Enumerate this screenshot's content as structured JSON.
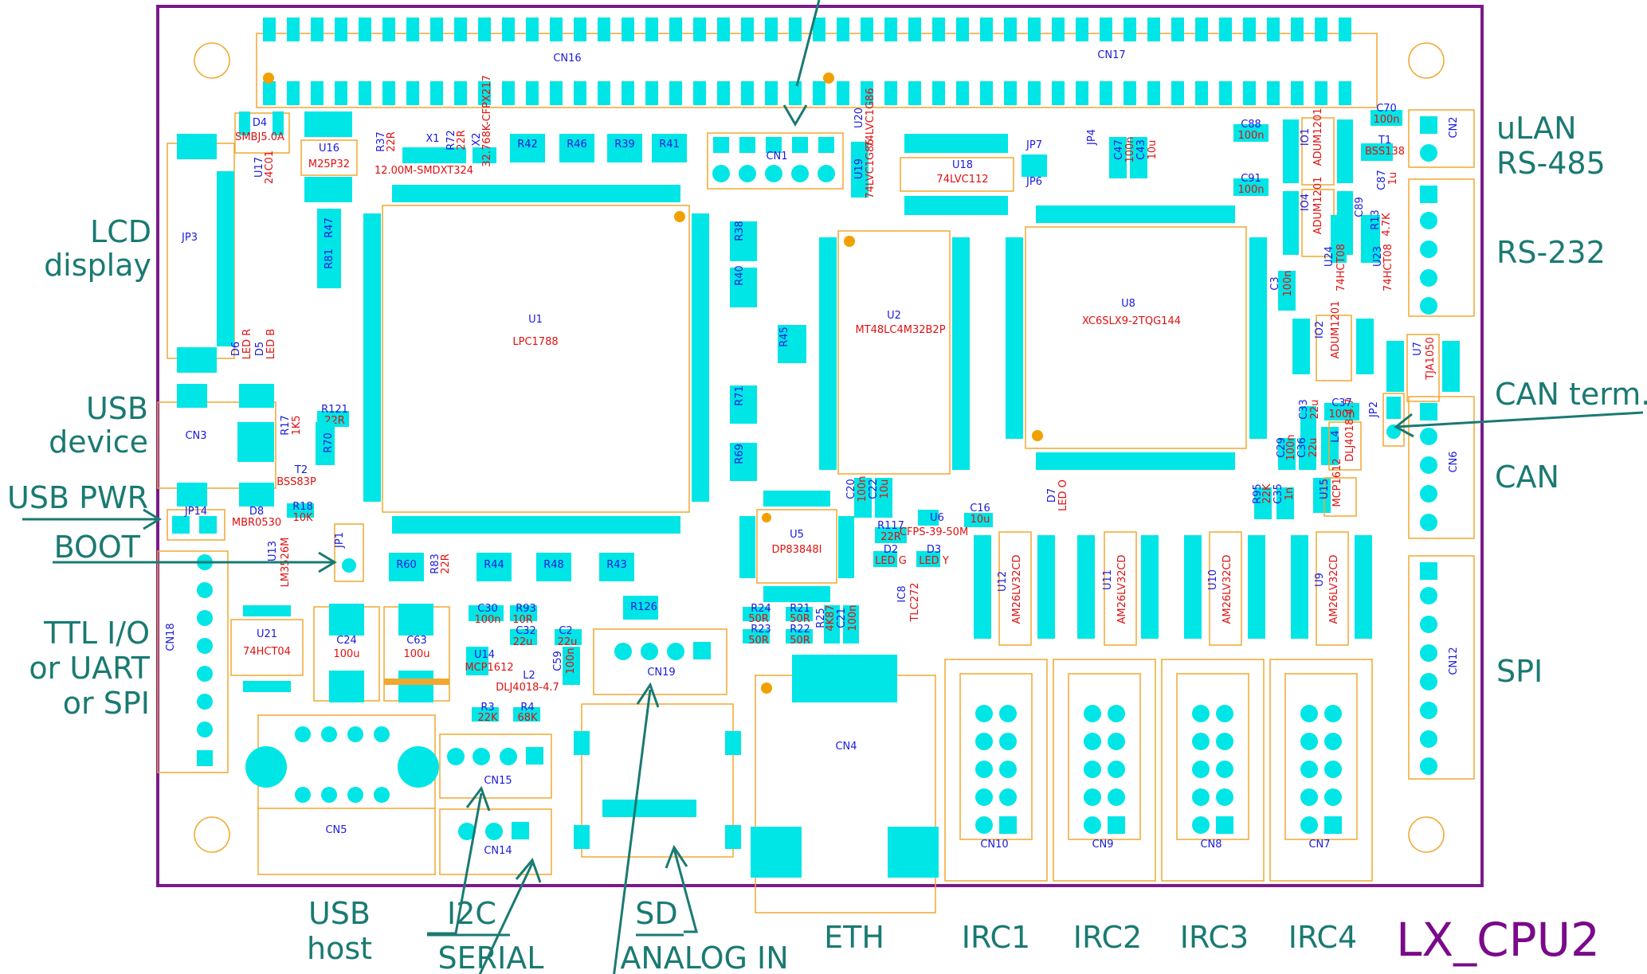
{
  "title": "LX_CPU2",
  "colors": {
    "board_edge": "#7a1a8a",
    "pad": "#00e5e5",
    "outline": "#f0a830",
    "annotation": "#1a7a72",
    "ref_text": "#1a1adc",
    "value_text": "#e01010"
  },
  "left_labels": {
    "lcd1": "LCD",
    "lcd2": "display",
    "usbdev1": "USB",
    "usbdev2": "device",
    "usbpwr": "USB PWR",
    "boot": "BOOT",
    "ttl1": "TTL I/O",
    "ttl2": "or UART",
    "ttl3": "or SPI"
  },
  "right_labels": {
    "ulan1": "uLAN",
    "ulan2": "RS-485",
    "rs232": "RS-232",
    "canterm": "CAN term.",
    "can": "CAN",
    "spi": "SPI"
  },
  "bottom_labels": {
    "usbhost1": "USB",
    "usbhost2": "host",
    "i2c": "I2C",
    "serial": "SERIAL",
    "sd": "SD",
    "analog": "ANALOG IN",
    "eth": "ETH",
    "irc1": "IRC1",
    "irc2": "IRC2",
    "irc3": "IRC3",
    "irc4": "IRC4"
  },
  "ics": {
    "u1": {
      "ref": "U1",
      "val": "LPC1788"
    },
    "u2": {
      "ref": "U2",
      "val": "MT48LC4M32B2P"
    },
    "u8": {
      "ref": "U8",
      "val": "XC6SLX9-2TQG144"
    },
    "u5": {
      "ref": "U5",
      "val": "DP83848I"
    },
    "u18": {
      "ref": "U18",
      "val": "74LVC112"
    },
    "u16": {
      "ref": "U16",
      "val": "M25P32"
    },
    "u21": {
      "ref": "U21",
      "val": "74HCT04"
    },
    "u14": {
      "ref": "U14",
      "val": "MCP1612"
    },
    "u6": {
      "ref": "U6",
      "val": "CFPS-39-50M"
    },
    "d4": {
      "ref": "D4",
      "val": "SMBJ5.0A"
    },
    "x1": {
      "ref": "X1",
      "val": "12.00M-SMDXT324"
    },
    "l2": {
      "ref": "L2",
      "val": "DLJ4018-4.7"
    },
    "t2": {
      "ref": "T2",
      "val": "BSS83P"
    },
    "d8": {
      "ref": "D8",
      "val": "MBR0530"
    },
    "t1": {
      "ref": "T1",
      "val": "BSS138"
    }
  },
  "irc_drivers": [
    {
      "ref": "U12",
      "val": "AM26LV32CD"
    },
    {
      "ref": "U11",
      "val": "AM26LV32CD"
    },
    {
      "ref": "U10",
      "val": "AM26LV32CD"
    },
    {
      "ref": "U9",
      "val": "AM26LV32CD"
    }
  ],
  "connectors": {
    "cn1": "CN1",
    "cn2": "CN2",
    "cn3": "CN3",
    "cn4": "CN4",
    "cn5": "CN5",
    "cn6": "CN6",
    "cn7": "CN7",
    "cn8": "CN8",
    "cn9": "CN9",
    "cn10": "CN10",
    "cn12": "CN12",
    "cn14": "CN14",
    "cn15": "CN15",
    "cn16": "CN16",
    "cn17": "CN17",
    "cn18": "CN18",
    "cn19": "CN19",
    "jp3": "JP3",
    "jp14": "JP14",
    "jp7": "JP7",
    "jp6": "JP6"
  },
  "resistors": [
    {
      "ref": "R42"
    },
    {
      "ref": "R46"
    },
    {
      "ref": "R39"
    },
    {
      "ref": "R41"
    },
    {
      "ref": "R60"
    },
    {
      "ref": "R44"
    },
    {
      "ref": "R48"
    },
    {
      "ref": "R43"
    },
    {
      "ref": "R47"
    },
    {
      "ref": "R81"
    },
    {
      "ref": "R38"
    },
    {
      "ref": "R40"
    },
    {
      "ref": "R45"
    },
    {
      "ref": "R71"
    },
    {
      "ref": "R69"
    }
  ],
  "small_parts": {
    "r121": {
      "ref": "R121",
      "val": "22R"
    },
    "r18": {
      "ref": "R18",
      "val": "10K"
    },
    "r117": {
      "ref": "R117",
      "val": "22R"
    },
    "c16": {
      "ref": "C16",
      "val": "10u"
    },
    "c30": {
      "ref": "C30",
      "val": "100n"
    },
    "r93": {
      "ref": "R93",
      "val": "10R"
    },
    "c32": {
      "ref": "C32",
      "val": "22u"
    },
    "c2": {
      "ref": "C2",
      "val": "22u"
    },
    "r3": {
      "ref": "R3",
      "val": "22K"
    },
    "r4": {
      "ref": "R4",
      "val": "68K"
    },
    "r24": {
      "ref": "R24",
      "val": "50R"
    },
    "r21": {
      "ref": "R21",
      "val": "50R"
    },
    "r23": {
      "ref": "R23",
      "val": "50R"
    },
    "r22": {
      "ref": "R22",
      "val": "50R"
    },
    "c24": {
      "ref": "C24",
      "val": "100u"
    },
    "c63": {
      "ref": "C63",
      "val": "100u"
    },
    "c88": {
      "ref": "C88",
      "val": "100n"
    },
    "c91": {
      "ref": "C91",
      "val": "100n"
    },
    "c70": {
      "ref": "C70",
      "val": "100n"
    },
    "c37": {
      "ref": "C37",
      "val": "100n"
    },
    "r126": {
      "ref": "R126"
    },
    "d2": {
      "ref": "D2",
      "val": "LED G"
    },
    "d3": {
      "ref": "D3",
      "val": "LED Y"
    }
  },
  "vertical_parts": [
    {
      "ref": "U17",
      "val": "24C01"
    },
    {
      "ref": "R37",
      "val": "22R"
    },
    {
      "ref": "R72",
      "val": "22R"
    },
    {
      "ref": "X2",
      "val": "32.768K-CFPX217"
    },
    {
      "ref": "U13",
      "val": "LM3526M"
    },
    {
      "ref": "R83",
      "val": "22R"
    },
    {
      "ref": "U7",
      "val": "TJA1050"
    },
    {
      "ref": "IO1",
      "val": "ADUM1201"
    },
    {
      "ref": "IO4",
      "val": "ADUM1201"
    },
    {
      "ref": "IO2",
      "val": "ADUM1201"
    },
    {
      "ref": "U24",
      "val": "74HCT08"
    },
    {
      "ref": "U23",
      "val": "74HCT08"
    },
    {
      "ref": "R13",
      "val": "4.7K"
    },
    {
      "ref": "U15",
      "val": "MCP1612"
    },
    {
      "ref": "L4",
      "val": "DLJ4018-4.7"
    },
    {
      "ref": "D7",
      "val": "LED O"
    },
    {
      "ref": "IC8",
      "val": "TLC272"
    },
    {
      "ref": "D6",
      "val": "LED R"
    },
    {
      "ref": "D5",
      "val": "LED B"
    },
    {
      "ref": "R17",
      "val": "1K5"
    },
    {
      "ref": "R70"
    },
    {
      "ref": "JP1"
    },
    {
      "ref": "JP2"
    },
    {
      "ref": "JP4"
    },
    {
      "ref": "C47",
      "val": "100n"
    },
    {
      "ref": "C43",
      "val": "10u"
    },
    {
      "ref": "C3",
      "val": "100n"
    },
    {
      "ref": "C89"
    },
    {
      "ref": "C87",
      "val": "1u"
    },
    {
      "ref": "C33",
      "val": "22u"
    },
    {
      "ref": "C29",
      "val": "100n"
    },
    {
      "ref": "C36",
      "val": "22u"
    },
    {
      "ref": "R95",
      "val": "22K"
    },
    {
      "ref": "C35",
      "val": "1n"
    },
    {
      "ref": "C59",
      "val": "100n"
    },
    {
      "ref": "C20",
      "val": "100n"
    },
    {
      "ref": "C22",
      "val": "10u"
    },
    {
      "ref": "R25",
      "val": "4K87"
    },
    {
      "ref": "C21",
      "val": "100n"
    },
    {
      "ref": "U19",
      "val": "74LVC1G86"
    },
    {
      "ref": "U20",
      "val": "74LVC1G86"
    }
  ]
}
